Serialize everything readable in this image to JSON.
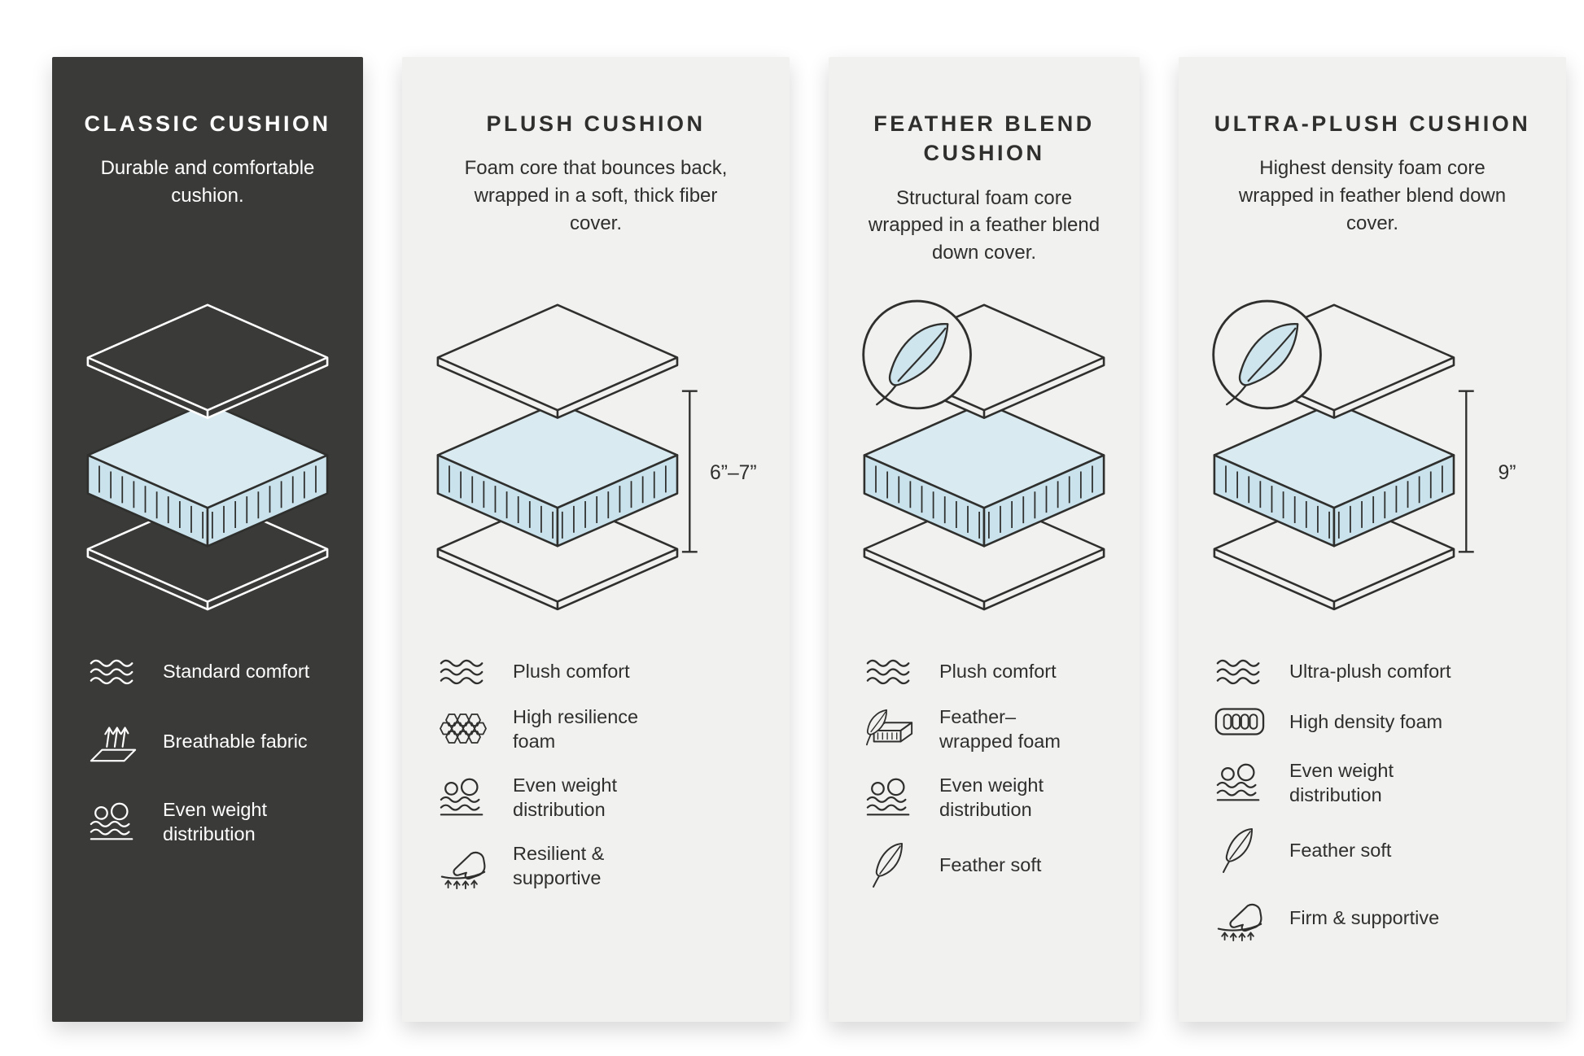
{
  "colors": {
    "page_background": "#ffffff",
    "dark_panel": "#3a3a38",
    "light_panel": "#f1f1ef",
    "foam_blue_top": "#d9eaf1",
    "foam_blue_side": "#c9e2ec",
    "stroke_dark": "#2f2f2d",
    "stroke_light": "#ffffff"
  },
  "panels": [
    {
      "id": "classic-cushion",
      "theme": "dark",
      "title": "CLASSIC CUSHION",
      "description": "Durable and comfortable cushion.",
      "illustration": "layered-cushion-diagram",
      "features": [
        {
          "icon": "waves-icon",
          "label": "Standard comfort"
        },
        {
          "icon": "breathable-fabric-icon",
          "label": "Breathable fabric"
        },
        {
          "icon": "even-weight-icon",
          "label": "Even weight distribution"
        }
      ]
    },
    {
      "id": "plush-cushion",
      "theme": "light",
      "title": "PLUSH CUSHION",
      "description": "Foam core that bounces back, wrapped in a soft, thick fiber cover.",
      "illustration": "layered-cushion-diagram",
      "dimension": "6”–7”",
      "features": [
        {
          "icon": "waves-icon",
          "label": "Plush comfort"
        },
        {
          "icon": "honeycomb-foam-icon",
          "label": "High resilience foam"
        },
        {
          "icon": "even-weight-icon",
          "label": "Even weight distribution"
        },
        {
          "icon": "hand-support-icon",
          "label": "Resilient & supportive"
        }
      ]
    },
    {
      "id": "feather-blend-cushion",
      "theme": "light",
      "title": "FEATHER BLEND CUSHION",
      "description": "Structural foam core wrapped in a feather blend down cover.",
      "illustration": "layered-cushion-diagram-with-feather-badge",
      "features": [
        {
          "icon": "waves-icon",
          "label": "Plush comfort"
        },
        {
          "icon": "feather-wrapped-foam-icon",
          "label": "Feather–wrapped foam"
        },
        {
          "icon": "even-weight-icon",
          "label": "Even weight distribution"
        },
        {
          "icon": "feather-icon",
          "label": "Feather soft"
        }
      ]
    },
    {
      "id": "ultra-plush-cushion",
      "theme": "light",
      "title": "ULTRA-PLUSH CUSHION",
      "description": "Highest density foam core wrapped in feather blend down cover.",
      "illustration": "layered-cushion-diagram-with-feather-badge",
      "dimension": "9”",
      "features": [
        {
          "icon": "waves-icon",
          "label": "Ultra-plush comfort"
        },
        {
          "icon": "high-density-foam-icon",
          "label": "High density foam"
        },
        {
          "icon": "even-weight-icon",
          "label": "Even weight distribution"
        },
        {
          "icon": "feather-icon",
          "label": "Feather soft"
        },
        {
          "icon": "hand-support-icon",
          "label": "Firm & supportive"
        }
      ]
    }
  ]
}
